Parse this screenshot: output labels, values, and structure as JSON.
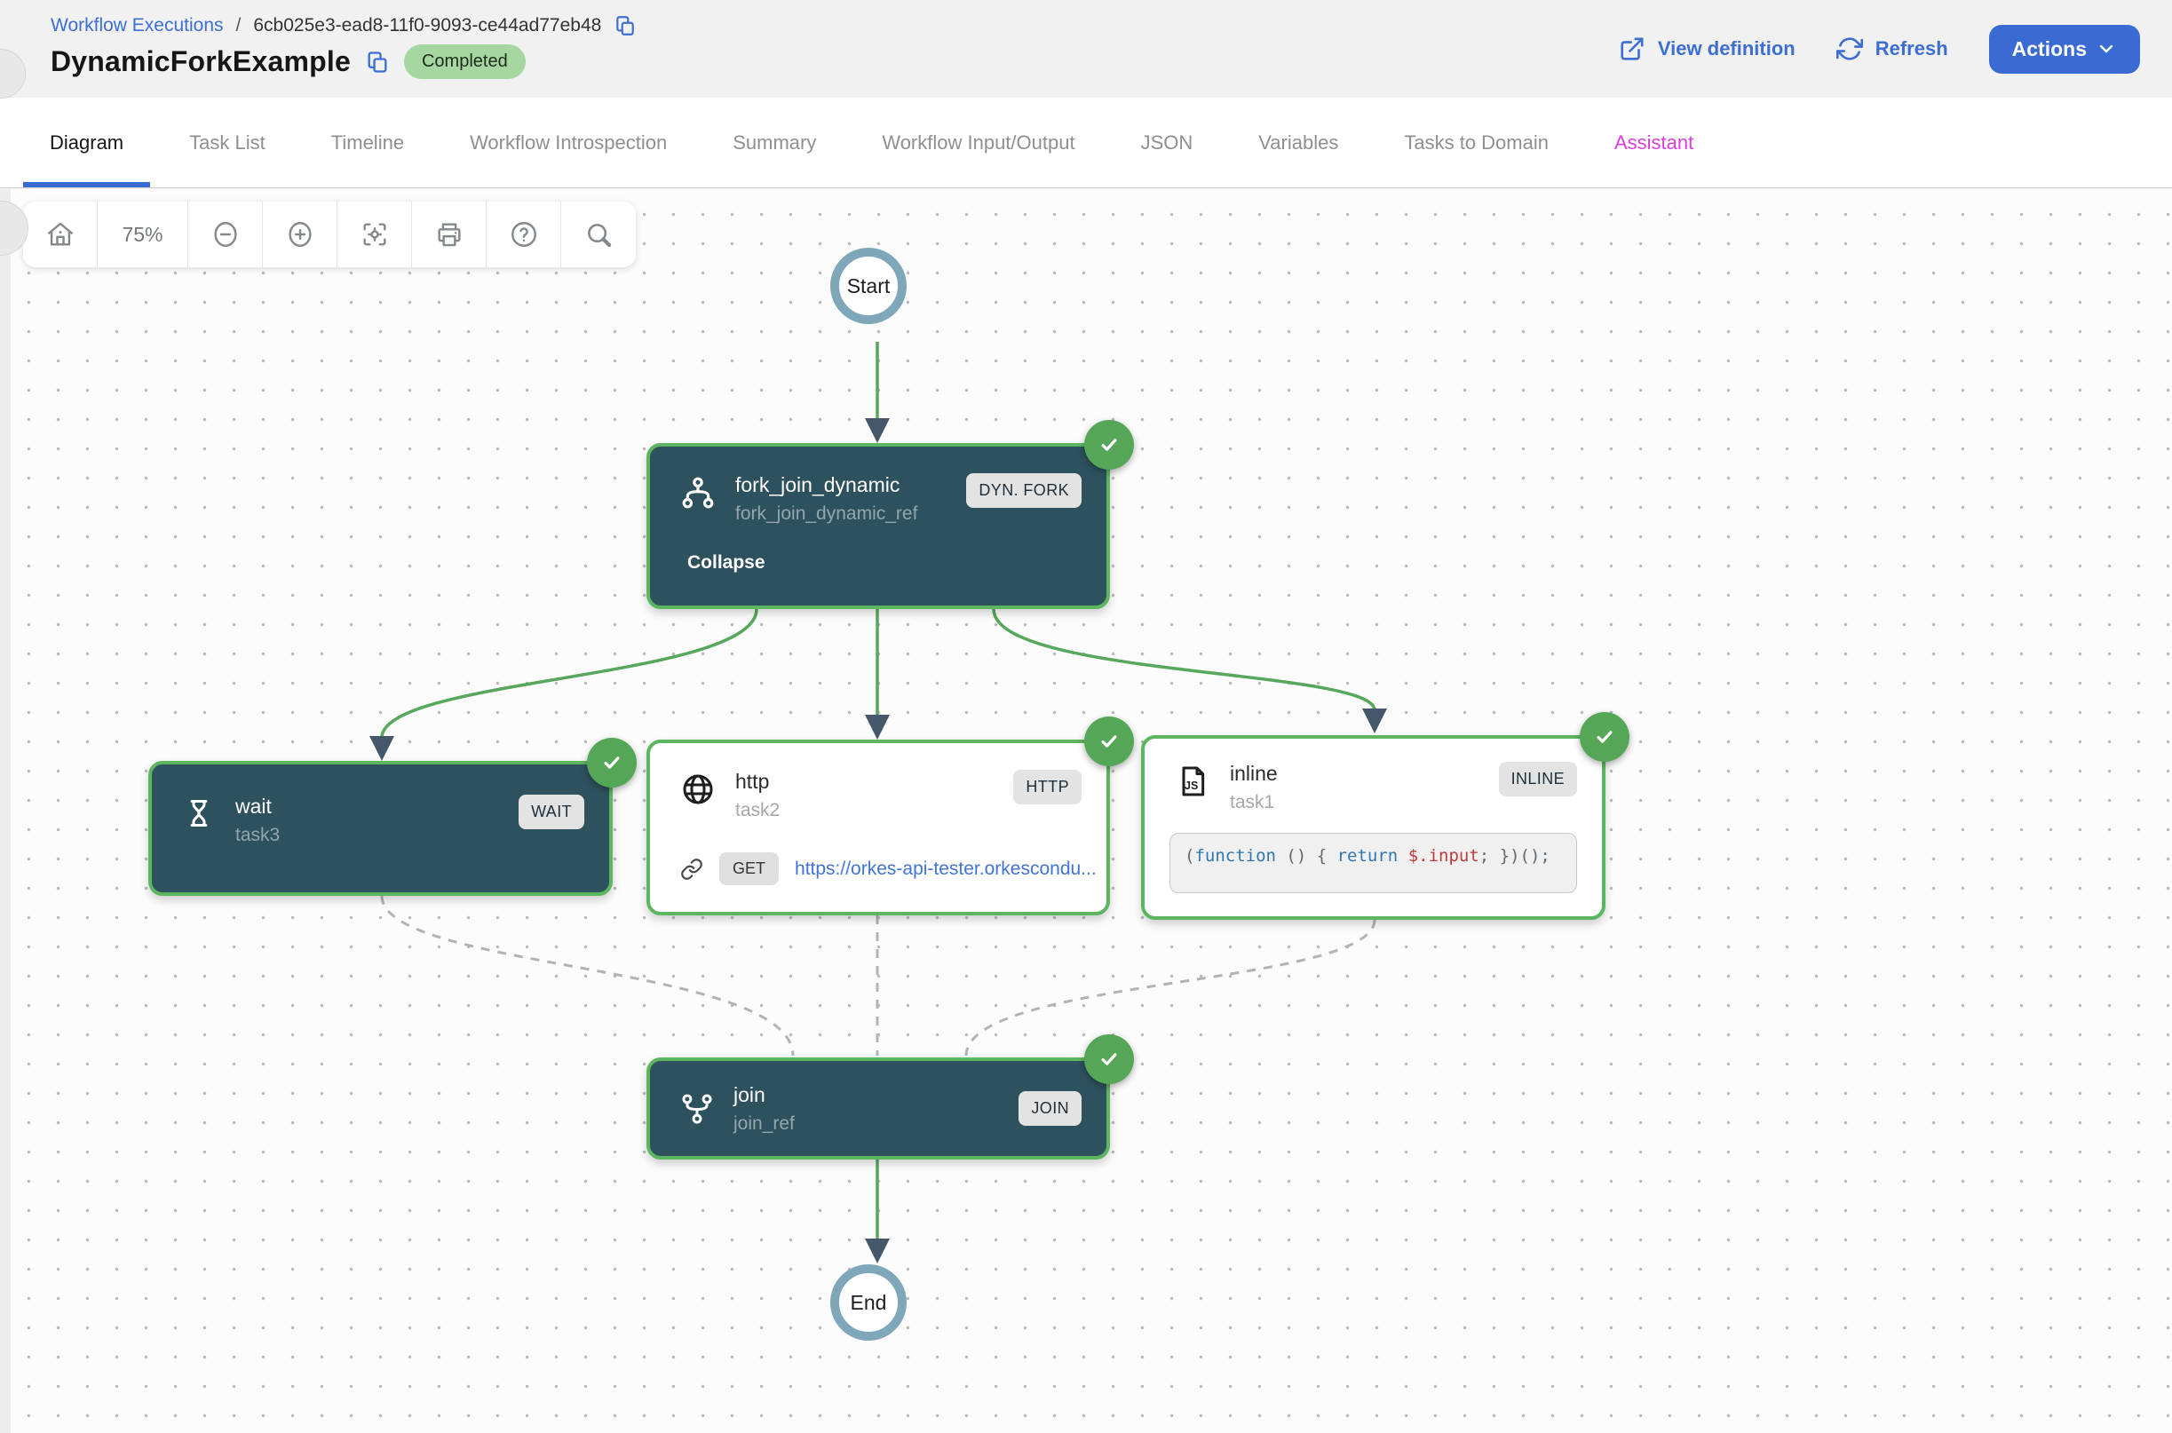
{
  "breadcrumb": {
    "root": "Workflow Executions",
    "separator": "/",
    "execution_id": "6cb025e3-ead8-11f0-9093-ce44ad77eb48"
  },
  "header": {
    "title": "DynamicForkExample",
    "status_badge": "Completed",
    "view_definition_label": "View definition",
    "refresh_label": "Refresh",
    "actions_label": "Actions"
  },
  "tabs": [
    {
      "label": "Diagram"
    },
    {
      "label": "Task List"
    },
    {
      "label": "Timeline"
    },
    {
      "label": "Workflow Introspection"
    },
    {
      "label": "Summary"
    },
    {
      "label": "Workflow Input/Output"
    },
    {
      "label": "JSON"
    },
    {
      "label": "Variables"
    },
    {
      "label": "Tasks to Domain"
    },
    {
      "label": "Assistant"
    }
  ],
  "toolbar": {
    "zoom_level": "75%"
  },
  "diagram": {
    "start_label": "Start",
    "end_label": "End",
    "nodes": {
      "fork": {
        "title": "fork_join_dynamic",
        "ref": "fork_join_dynamic_ref",
        "type": "DYN. FORK",
        "collapse_label": "Collapse"
      },
      "wait": {
        "title": "wait",
        "ref": "task3",
        "type": "WAIT"
      },
      "http": {
        "title": "http",
        "ref": "task2",
        "type": "HTTP",
        "method": "GET",
        "url": "https://orkes-api-tester.orkescondu..."
      },
      "inline": {
        "title": "inline",
        "ref": "task1",
        "type": "INLINE",
        "code": {
          "p1": "(",
          "kw1": "function",
          "p2": " () { ",
          "kw2": "return",
          "p3": " ",
          "variable": "$.input",
          "p4": "; ",
          "p5": "})();"
        }
      },
      "join": {
        "title": "join",
        "ref": "join_ref",
        "type": "JOIN"
      }
    }
  },
  "colors": {
    "accent_blue": "#3a6bd2",
    "success_green": "#57a75c",
    "node_dark": "#2e515e",
    "node_border_green": "#5cb55f",
    "assistant_pink": "#d93fd9",
    "completed_badge_bg": "#a6d7a0",
    "terminal_ring": "#7ea7ba",
    "arrowhead": "#44576b"
  }
}
